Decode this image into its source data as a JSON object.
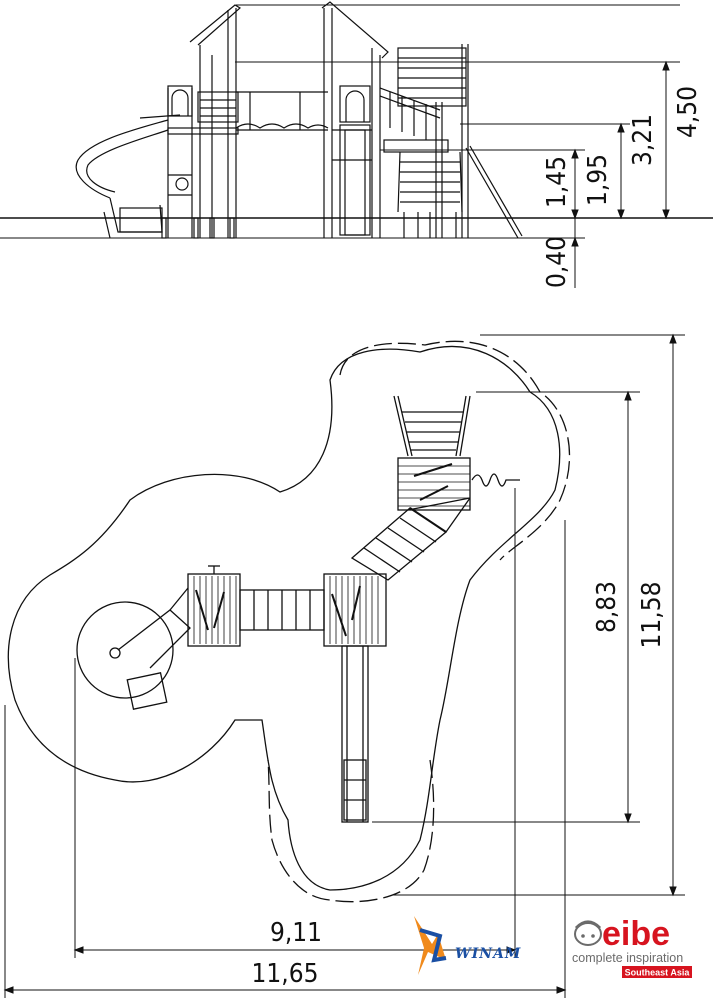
{
  "elevation_dims": {
    "total_height": "4,50",
    "roof_height": "3,21",
    "platform_high": "1,95",
    "platform_low": "1,45",
    "foundation_depth": "0,40"
  },
  "plan_dims": {
    "width_inner": "9,11",
    "width_outer": "11,65",
    "depth_inner": "8,83",
    "depth_outer": "11,58"
  },
  "logos": {
    "winam": "WINAM",
    "eibe_brand": "eibe",
    "eibe_tagline": "complete inspiration",
    "eibe_region": "Southeast Asia"
  },
  "colors": {
    "line": "#111111",
    "winam_blue": "#1a4fa3",
    "winam_orange": "#f08a1c",
    "eibe_red": "#d7141f",
    "eibe_grey": "#6b6b6b"
  }
}
